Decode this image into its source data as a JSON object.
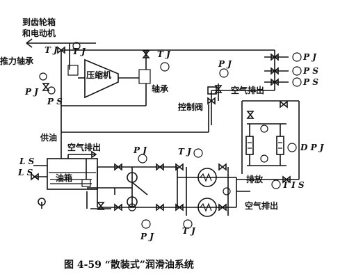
{
  "labels": {
    "to_gearbox_motor_1": "到齿轮箱",
    "to_gearbox_motor_2": "和电动机",
    "thrust_bearing": "推力轴承",
    "compressor": "压缩机",
    "bearing": "轴承",
    "control_valve": "控制阀",
    "air_vent_top": "空气排出",
    "oil_supply": "供油",
    "air_vent_tank": "空气排出",
    "oil_tank": "油箱",
    "drain": "排放",
    "air_vent_bottom": "空气排出"
  },
  "instruments": {
    "tj_1": "T J",
    "tj_2": "T J",
    "tj_3": "T J",
    "pj_top": "P J",
    "pj_left": "P J",
    "ps_left": "P S",
    "pj_right": "P J",
    "ps_right_1": "P S",
    "ps_right_2": "P S",
    "ls_1": "L S",
    "ls_2": "L S",
    "pj_pump": "P J",
    "tj_cooler": "T J",
    "tj_bottom": "T J",
    "pj_bottom": "P J",
    "dpj": "D P J",
    "tis": "T I S"
  },
  "caption": "图 4-59   “散装式”润滑油系统"
}
